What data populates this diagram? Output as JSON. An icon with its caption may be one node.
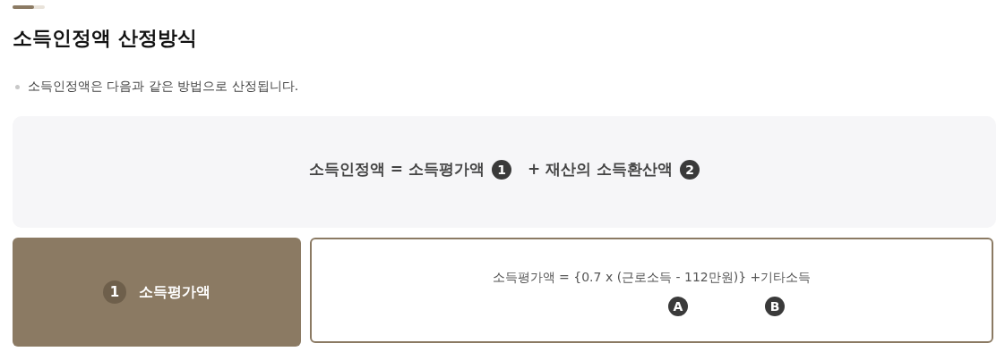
{
  "diagram": {
    "title": "소득인정액 산정방식",
    "nodes": [
      {
        "text": [
          "소득인정액 = 소득평가액",
          "1",
          "+ 재산의 소득환산액",
          "2"
        ]
      },
      {
        "text": [
          "1",
          "소득평가액"
        ]
      },
      {
        "text": [
          "소득평가액 = {0.7 x (근로소득 - 112만원)} +기타소득",
          "A",
          "B"
        ]
      }
    ],
    "labels": [
      "소득인정액은 다음과 같은 방법으로 산정됩니다."
    ]
  }
}
